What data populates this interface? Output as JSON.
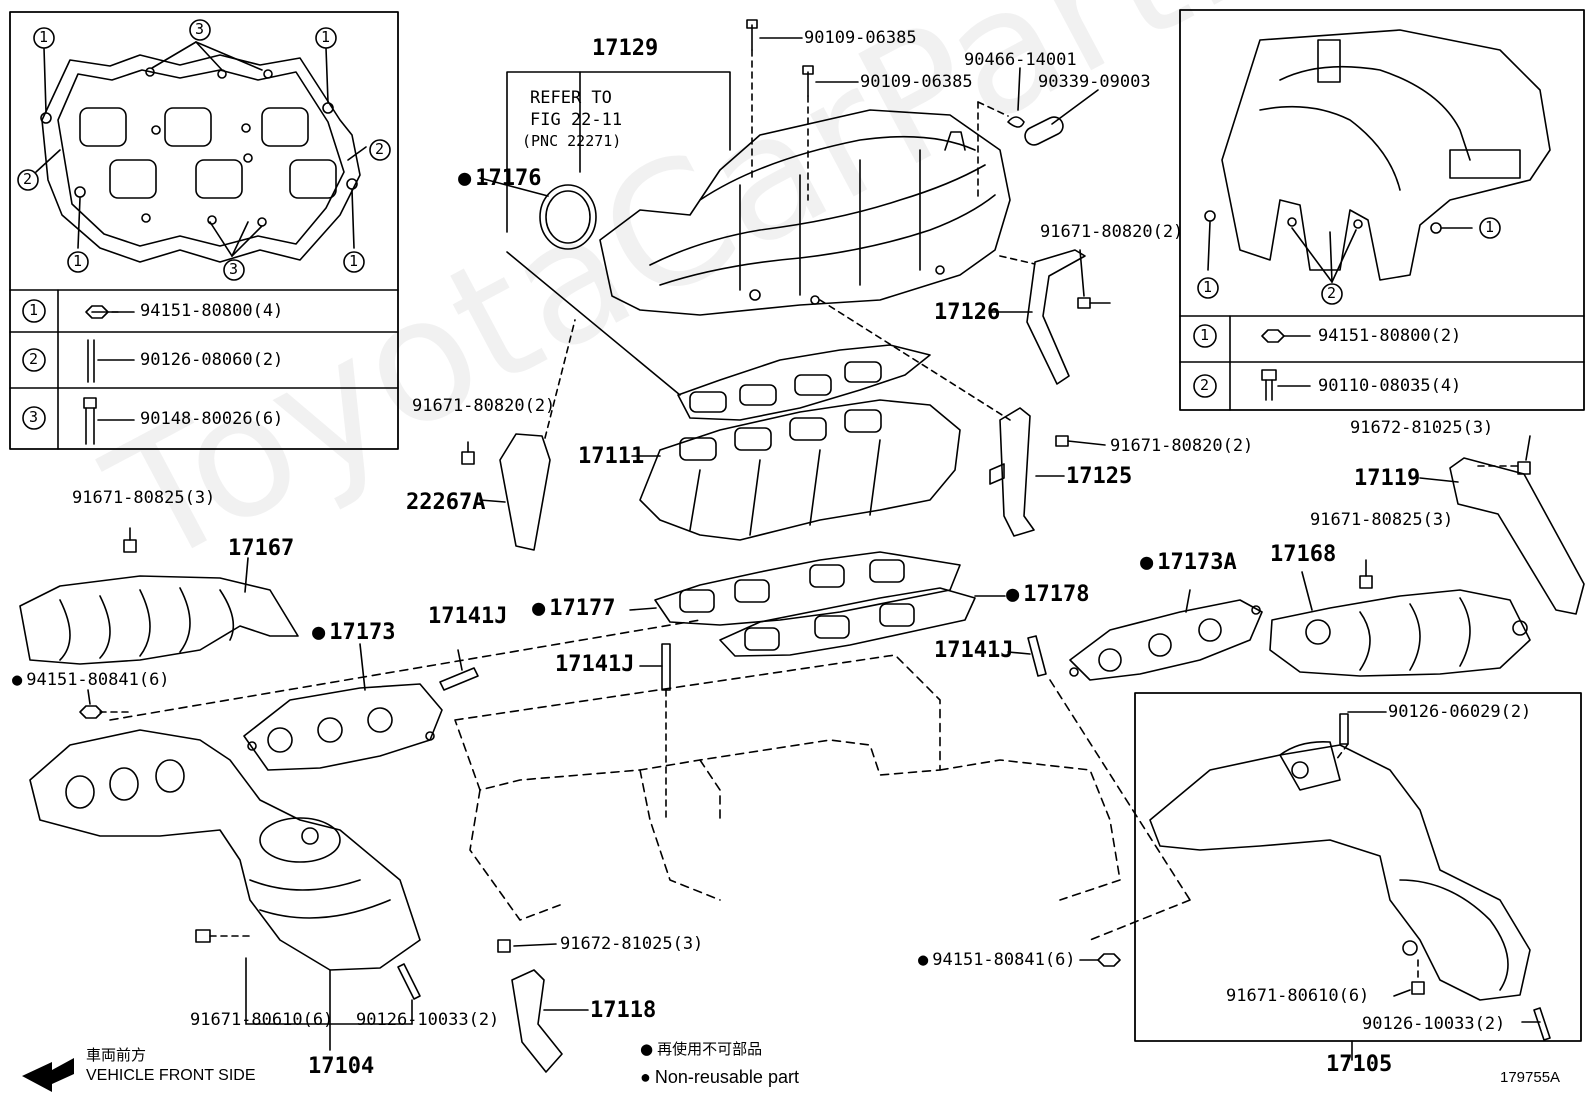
{
  "diagram_code": "179755A",
  "watermark": "ToyotaCarPart.ru",
  "legend": {
    "front_jp": "車両前方",
    "front_en": "VEHICLE FRONT SIDE",
    "nonreuse_jp": "再使用不可部品",
    "nonreuse_en": "Non-reusable part"
  },
  "refer_note": {
    "line1": "REFER TO",
    "line2": "FIG 22-11",
    "line3": "(PNC 22271)"
  },
  "left_table": [
    {
      "num": "1",
      "part": "94151-80800(4)"
    },
    {
      "num": "2",
      "part": "90126-08060(2)"
    },
    {
      "num": "3",
      "part": "90148-80026(6)"
    }
  ],
  "right_table": [
    {
      "num": "1",
      "part": "94151-80800(2)"
    },
    {
      "num": "2",
      "part": "90110-08035(4)"
    }
  ],
  "callout_nums": {
    "c1": "1",
    "c2": "2",
    "c3": "3"
  },
  "labels": {
    "p17129": "17129",
    "p17176": "17176",
    "p90109a": "90109-06385",
    "p90109b": "90109-06385",
    "p90466": "90466-14001",
    "p90339": "90339-09003",
    "p91671_820a": "91671-80820(2)",
    "p17126": "17126",
    "p91671_820b": "91671-80820(2)",
    "p91671_820c": "91671-80820(2)",
    "p22267A": "22267A",
    "p17111": "17111",
    "p17125": "17125",
    "p91672_a": "91672-81025(3)",
    "p17119": "17119",
    "p91671_825a": "91671-80825(3)",
    "p17167": "17167",
    "p17173A": "17173A",
    "p91671_825b": "91671-80825(3)",
    "p17168": "17168",
    "p17173": "17173",
    "p17141J_a": "17141J",
    "p17177": "17177",
    "p17178": "17178",
    "p94151_841a": "94151-80841(6)",
    "p17141J_b": "17141J",
    "p17141J_c": "17141J",
    "p90126_06029": "90126-06029(2)",
    "p91672_b": "91672-81025(3)",
    "p17118": "17118",
    "p94151_841b": "94151-80841(6)",
    "p91671_610a": "91671-80610(6)",
    "p90126_10033a": "90126-10033(2)",
    "p17104": "17104",
    "p91671_610b": "91671-80610(6)",
    "p90126_10033b": "90126-10033(2)",
    "p17105": "17105"
  }
}
